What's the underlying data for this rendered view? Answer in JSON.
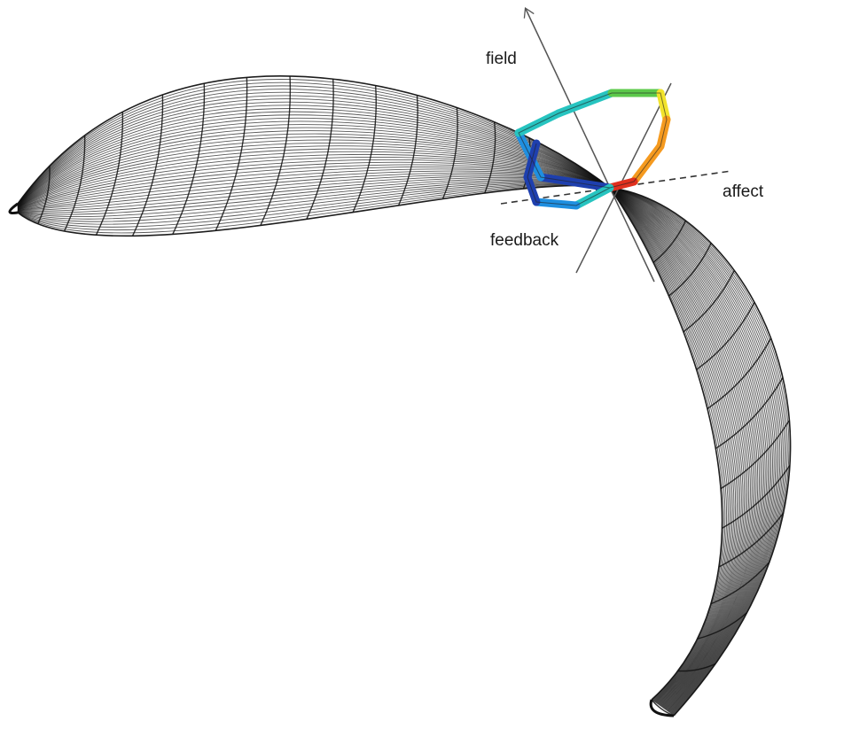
{
  "labels": {
    "field": "field",
    "affect": "affect",
    "feedback": "feedback"
  },
  "colors": {
    "mesh": "#111111",
    "axis": "#555555",
    "ribbon": [
      "#1e3fae",
      "#1f8fe0",
      "#27c4c0",
      "#5cc94a",
      "#f2e32c",
      "#f59a1f",
      "#e0301e"
    ]
  }
}
